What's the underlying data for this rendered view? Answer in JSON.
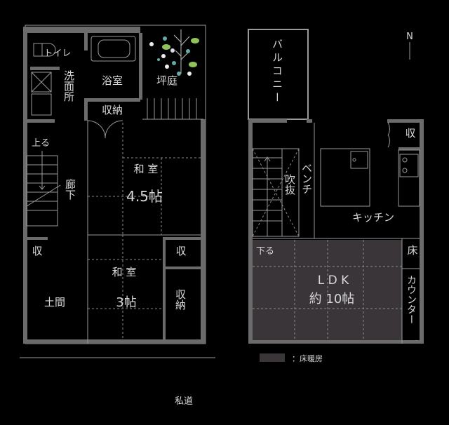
{
  "first_floor": {
    "rooms": {
      "toilet": "トイレ",
      "washroom": "洗面所",
      "bathroom": "浴室",
      "courtyard": "坪庭",
      "storage_top": "収納",
      "up_stairs": "上る",
      "hallway": "廊下",
      "washitsu_large_name": "和 室",
      "washitsu_large_size": "4.5帖",
      "storage_left": "収",
      "storage_right": "収",
      "washitsu_small_name": "和 室",
      "washitsu_small_size": "3帖",
      "doma": "土間",
      "storage_bottom_right": "収納"
    },
    "road": "私道"
  },
  "second_floor": {
    "rooms": {
      "balcony": "バルコニー",
      "storage": "収",
      "bench": "ベンチ",
      "void": "吹抜",
      "kitchen": "キッチン",
      "down_stairs": "下る",
      "floor_storage": "床",
      "ldk_name": "L D K",
      "ldk_size": "約 10帖",
      "counter": "カウンター"
    },
    "legend": {
      "floor_heating": "：床暖房",
      "floor_heating_color": "#3a3538"
    },
    "north": "N"
  }
}
